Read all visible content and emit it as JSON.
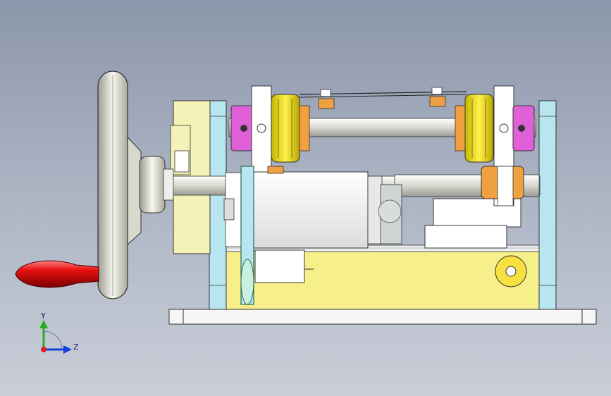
{
  "triad": {
    "y_label": "Y",
    "z_label": "Z"
  },
  "colors": {
    "background_top": "#8c96aa",
    "background_bottom": "#c9ced8",
    "base_plate": "#f4f4f4",
    "yellow_housing": "#f7f08a",
    "cream_cover": "#f5f2b8",
    "light_blue_frame": "#b8e6f0",
    "gear_yellow": "#f2e21a",
    "magenta_collar": "#e060d8",
    "orange_part": "#f0a040",
    "handle_red": "#e01010",
    "shaft_white": "#eeeeee",
    "y_axis": "#20b020",
    "z_axis": "#1040e0",
    "x_axis": "#e02020"
  },
  "model_parts": [
    "base-plate",
    "yellow-housing",
    "handwheel",
    "red-crank-handle",
    "left-frame-plate",
    "right-frame-plate",
    "upper-shaft",
    "lower-shaft",
    "left-gear",
    "right-gear",
    "motor-block",
    "slider-block",
    "belt"
  ]
}
